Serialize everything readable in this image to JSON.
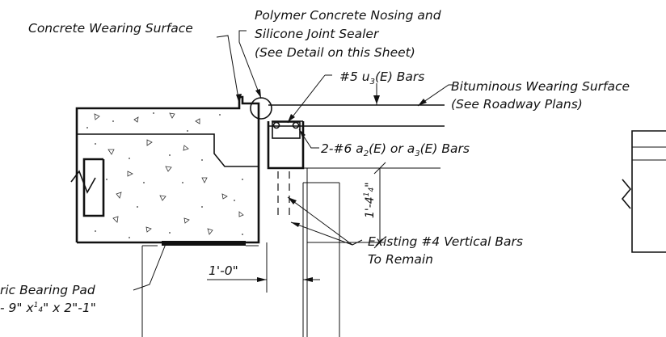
{
  "labels": {
    "concrete_wearing_surface": "Concrete Wearing Surface",
    "nosing_line1": "Polymer Concrete Nosing and",
    "nosing_line2": "Silicone Joint Sealer",
    "nosing_line3": "(See Detail on this Sheet)",
    "u3_prefix": "#5 u",
    "u3_sub": "3",
    "u3_suffix": "(E) Bars",
    "bituminous_line1": "Bituminous Wearing Surface",
    "bituminous_line2": "(See Roadway Plans)",
    "a_bars_prefix": "2-#6 a",
    "a_bars_sub1": "2",
    "a_bars_mid": "(E) or a",
    "a_bars_sub2": "3",
    "a_bars_suffix": "(E) Bars",
    "dim_vertical_main": "1'-4",
    "dim_vertical_frac_num": "1",
    "dim_vertical_frac_den": "4",
    "dim_vertical_end": "\"",
    "existing_bars_line1": "Existing #4 Vertical Bars",
    "existing_bars_line2": "To Remain",
    "dim_horizontal": "1'-0\"",
    "pad_line1": "ric Bearing Pad",
    "pad_line2_a": "- 9\" x",
    "pad_line2_frac_num": "1",
    "pad_line2_frac_den": "4",
    "pad_line2_b": "\" x 2\"-1\""
  }
}
